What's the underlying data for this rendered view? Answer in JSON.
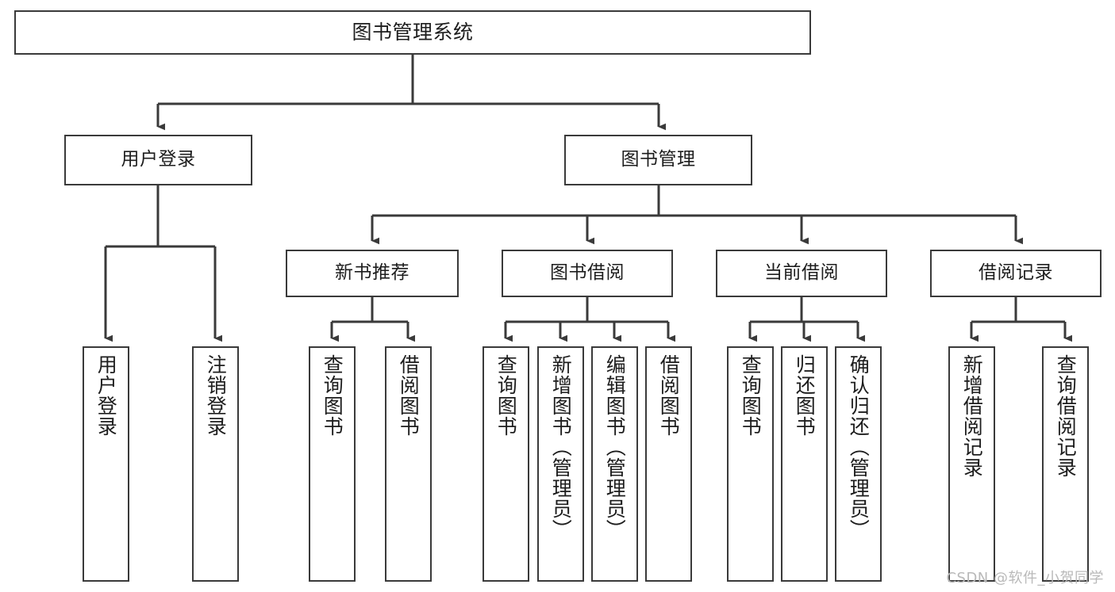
{
  "diagram": {
    "title": "图书管理系统",
    "type": "tree",
    "watermark": "CSDN @软件_小贺同学",
    "colors": {
      "box_border": "#3a3a3a",
      "box_fill": "#ffffff",
      "connector": "#3a3a3a",
      "text": "#1d1d1d",
      "watermark": "#b9b9b9",
      "background": "#ffffff"
    },
    "root": {
      "label": "图书管理系统"
    },
    "level1": [
      {
        "label": "用户登录"
      },
      {
        "label": "图书管理"
      }
    ],
    "level2": [
      {
        "label": "新书推荐"
      },
      {
        "label": "图书借阅"
      },
      {
        "label": "当前借阅"
      },
      {
        "label": "借阅记录"
      }
    ],
    "leaves": {
      "user_login": [
        {
          "label": "用户登录"
        },
        {
          "label": "注销登录"
        }
      ],
      "new_book_recommend": [
        {
          "label": "查询图书"
        },
        {
          "label": "借阅图书"
        }
      ],
      "book_borrow": [
        {
          "label": "查询图书"
        },
        {
          "label": "新增图书（管理员）"
        },
        {
          "label": "编辑图书（管理员）"
        },
        {
          "label": "借阅图书"
        }
      ],
      "current_borrow": [
        {
          "label": "查询图书"
        },
        {
          "label": "归还图书"
        },
        {
          "label": "确认归还（管理员）"
        }
      ],
      "borrow_record": [
        {
          "label": "新增借阅记录"
        },
        {
          "label": "查询借阅记录"
        }
      ]
    }
  }
}
